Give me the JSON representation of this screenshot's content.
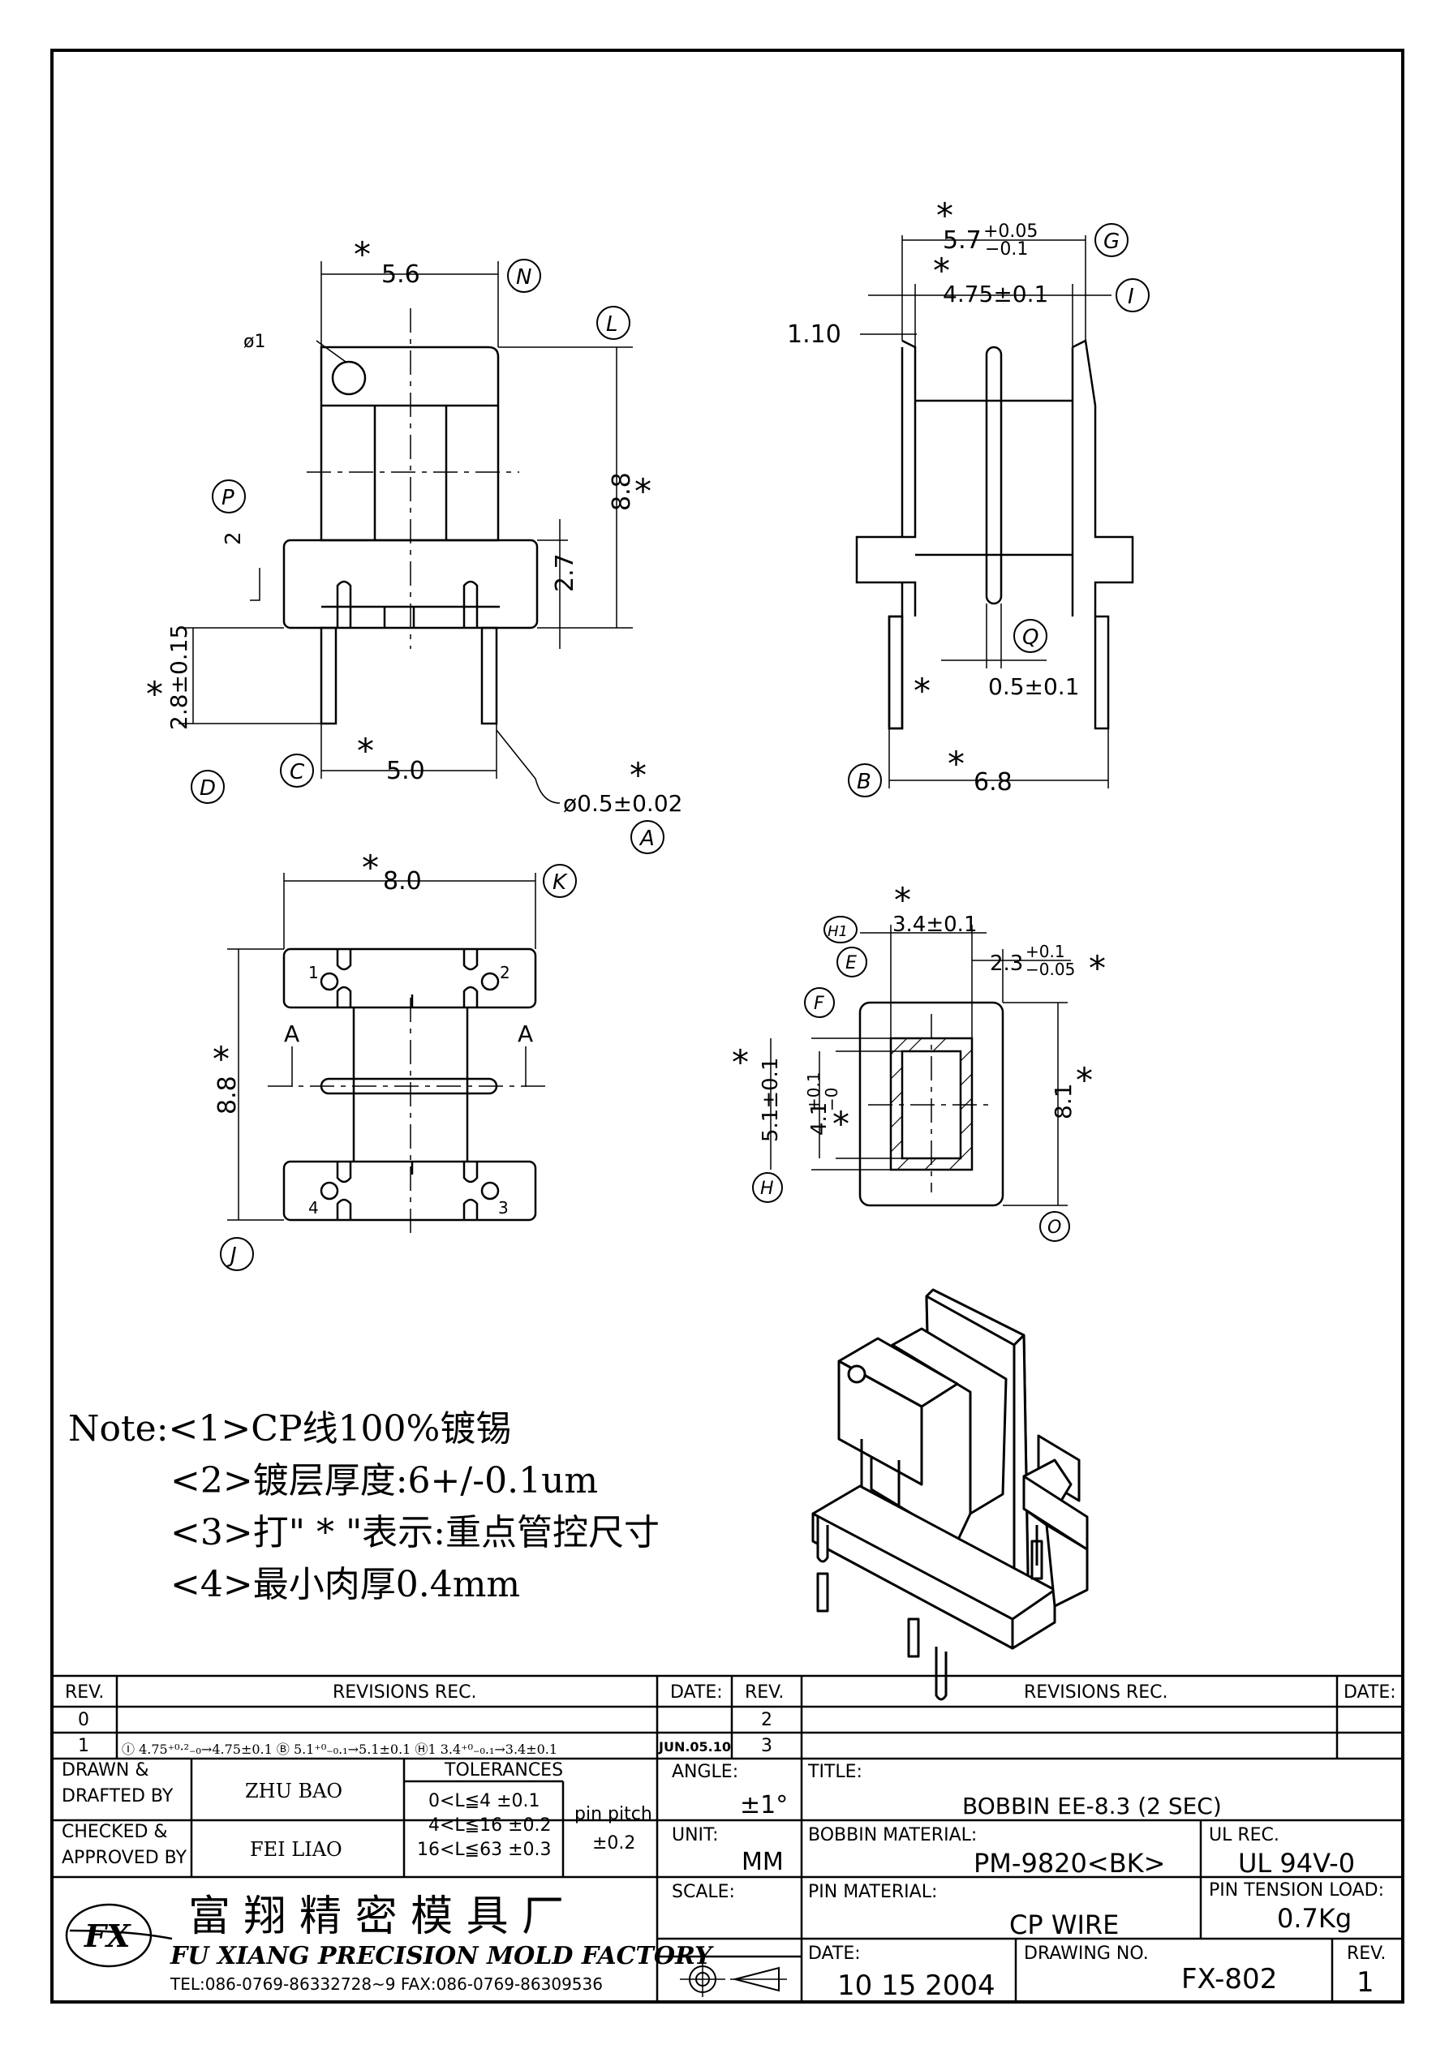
{
  "views": {
    "front": {
      "dims": {
        "width": "5.6",
        "height": "8.8",
        "base": "2.7",
        "pin_len": "2.8±0.15",
        "step": "2",
        "pitch": "5.0",
        "pin_dia": "ø0.5±0.02",
        "hole": "ø1"
      },
      "markers": {
        "N": "N",
        "L": "L",
        "P": "P",
        "C": "C",
        "D": "D",
        "A": "A"
      },
      "star": "*"
    },
    "side": {
      "dims": {
        "outer": "5.7",
        "outer_tol_up": "+0.05",
        "outer_tol_dn": "−0.1",
        "inner": "4.75±0.1",
        "lead": "1.10",
        "flange": "0.5±0.1",
        "pins": "6.8"
      },
      "markers": {
        "G": "G",
        "I": "I",
        "Q": "Q",
        "B": "B"
      },
      "star": "*"
    },
    "bottom": {
      "dims": {
        "width": "8.0",
        "height": "8.8"
      },
      "markers": {
        "K": "K",
        "J": "J"
      },
      "section": "A",
      "pins": [
        "1",
        "2",
        "3",
        "4"
      ],
      "star": "*"
    },
    "section": {
      "dims": {
        "core_w": "3.4±0.1",
        "wall": "2.3",
        "wall_tol_up": "+0.1",
        "wall_tol_dn": "−0.05",
        "core_h": "4.1",
        "core_h_tol_up": "+0.1",
        "core_h_tol_dn": "−0",
        "inner_h": "5.1±0.1",
        "outer_h": "8.1"
      },
      "markers": {
        "H1": "H1",
        "E": "E",
        "F": "F",
        "H": "H",
        "O": "O"
      },
      "star": "*"
    }
  },
  "notes": {
    "prefix": "Note:",
    "items": [
      "<1>CP线100%镀锡",
      "<2>镀层厚度:6+/-0.1um",
      "<3>打\" * \"表示:重点管控尺寸",
      "<4>最小肉厚0.4mm"
    ]
  },
  "title_block": {
    "rev_hdr": "REV.",
    "revisions_hdr": "REVISIONS    REC.",
    "date_hdr": "DATE:",
    "rows_left": [
      {
        "rev": "0",
        "text": "",
        "date": ""
      },
      {
        "rev": "1",
        "text": "Ⓘ 4.75⁺⁰·²₋₀→4.75±0.1  Ⓑ 5.1⁺⁰₋₀.₁→5.1±0.1  Ⓗ1 3.4⁺⁰₋₀.₁→3.4±0.1",
        "date": "JUN.05.10"
      }
    ],
    "rows_right": [
      {
        "rev": "2"
      },
      {
        "rev": "3"
      }
    ],
    "drawn_lbl1": "DRAWN &",
    "drawn_lbl2": "DRAFTED BY",
    "drawn_by": "ZHU  BAO",
    "checked_lbl1": "CHECKED &",
    "checked_lbl2": "APPROVED BY",
    "checked_by": "FEI LIAO",
    "tol_hdr": "TOLERANCES",
    "tol_rows": [
      "0<L≦4    ±0.1",
      "4<L≦16  ±0.2",
      "16<L≦63  ±0.3"
    ],
    "pin_pitch_lbl": "pin pitch",
    "pin_pitch_val": "±0.2",
    "angle_lbl": "ANGLE:",
    "angle_val": "±1°",
    "unit_lbl": "UNIT:",
    "unit_val": "MM",
    "scale_lbl": "SCALE:",
    "title_lbl": "TITLE:",
    "title_val": "BOBBIN  EE-8.3 (2 SEC)",
    "bobbin_mat_lbl": "BOBBIN MATERIAL:",
    "bobbin_mat_val": "PM-9820<BK>",
    "ul_lbl": "UL REC.",
    "ul_val": "UL  94V-0",
    "pin_mat_lbl": "PIN MATERIAL:",
    "pin_mat_val": "CP  WIRE",
    "tension_lbl": "PIN TENSION LOAD:",
    "tension_val": "0.7Kg",
    "date_lbl": "DATE:",
    "date_val": "10  15  2004",
    "dwg_lbl": "DRAWING NO.",
    "dwg_val": "FX-802",
    "rev_lbl": "REV.",
    "rev_val": "1",
    "company_cn": "富 翔 精 密 模 具 厂",
    "company_en": "FU XIANG PRECISION MOLD FACTORY",
    "contact": "TEL:086-0769-86332728~9   FAX:086-0769-86309536",
    "logo": "FX"
  }
}
